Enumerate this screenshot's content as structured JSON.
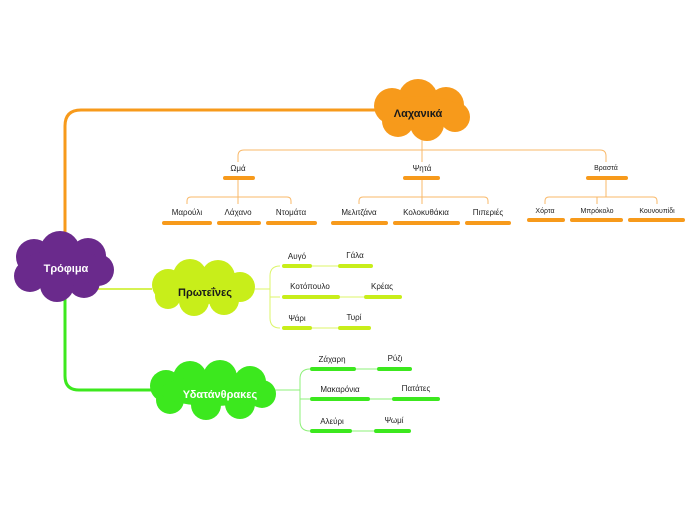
{
  "root": {
    "label": "Τρόφιμα",
    "color": "#6a2a8c",
    "text_color": "#ffffff"
  },
  "branches": {
    "vegetables": {
      "label": "Λαχανικά",
      "color": "#f79a1b",
      "text_color": "#1a1a1a",
      "groups": {
        "raw": {
          "label": "Ωμά",
          "items": [
            "Μαρούλι",
            "Λάχανο",
            "Ντομάτα"
          ]
        },
        "grilled": {
          "label": "Ψητά",
          "items": [
            "Μελιτζάνα",
            "Κολοκυθάκια",
            "Πιπεριές"
          ]
        },
        "boiled": {
          "label": "Βραστά",
          "items": [
            "Χόρτα",
            "Μπρόκολο",
            "Κουνουπίδι"
          ]
        }
      }
    },
    "proteins": {
      "label": "Πρωτεΐνες",
      "color": "#c8ee1a",
      "text_color": "#1a1a1a",
      "items": [
        {
          "label": "Αυγό",
          "child": "Γάλα"
        },
        {
          "label": "Κοτόπουλο",
          "child": "Κρέας"
        },
        {
          "label": "Ψάρι",
          "child": "Τυρί"
        }
      ]
    },
    "carbs": {
      "label": "Υδατάνθρακες",
      "color": "#3ce81e",
      "text_color": "#ffffff",
      "items": [
        {
          "label": "Ζάχαρη",
          "child": "Ρύζι"
        },
        {
          "label": "Μακαρόνια",
          "child": "Πατάτες"
        },
        {
          "label": "Αλεύρι",
          "child": "Ψωμί"
        }
      ]
    }
  }
}
